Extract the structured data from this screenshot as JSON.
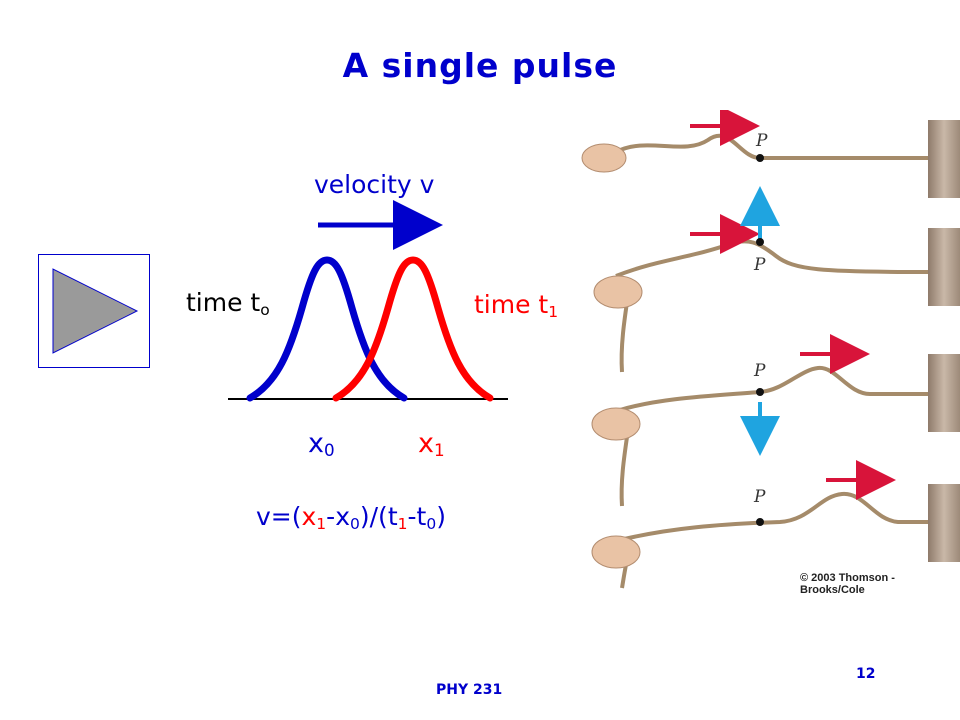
{
  "slide": {
    "title": "A single pulse",
    "velocity_label": "velocity v",
    "time_t0": {
      "prefix": "time t",
      "sub": "o"
    },
    "time_t1": {
      "prefix": "time t",
      "sub": "1"
    },
    "x0": {
      "base": "x",
      "sub": "0"
    },
    "x1": {
      "base": "x",
      "sub": "1"
    },
    "formula": {
      "p1": "v=(",
      "x1_base": "x",
      "x1_sub": "1",
      "p2": "-x",
      "x0_sub": "0",
      "p3": ")/(",
      "t1_base": "t",
      "t1_sub": "1",
      "p4": "-t",
      "t0_sub": "0",
      "p5": ")"
    },
    "figure": {
      "point_label": "P",
      "copyright": "© 2003 Thomson - Brooks/Cole"
    },
    "footer": {
      "course": "PHY 231",
      "page": "12"
    }
  },
  "colors": {
    "blue": "#0000cc",
    "red": "#ff0000",
    "cyan_arrow": "#1fa4e0",
    "rope_arrow": "#d8143a"
  },
  "icons": [
    "play-icon",
    "right-arrow-icon"
  ]
}
